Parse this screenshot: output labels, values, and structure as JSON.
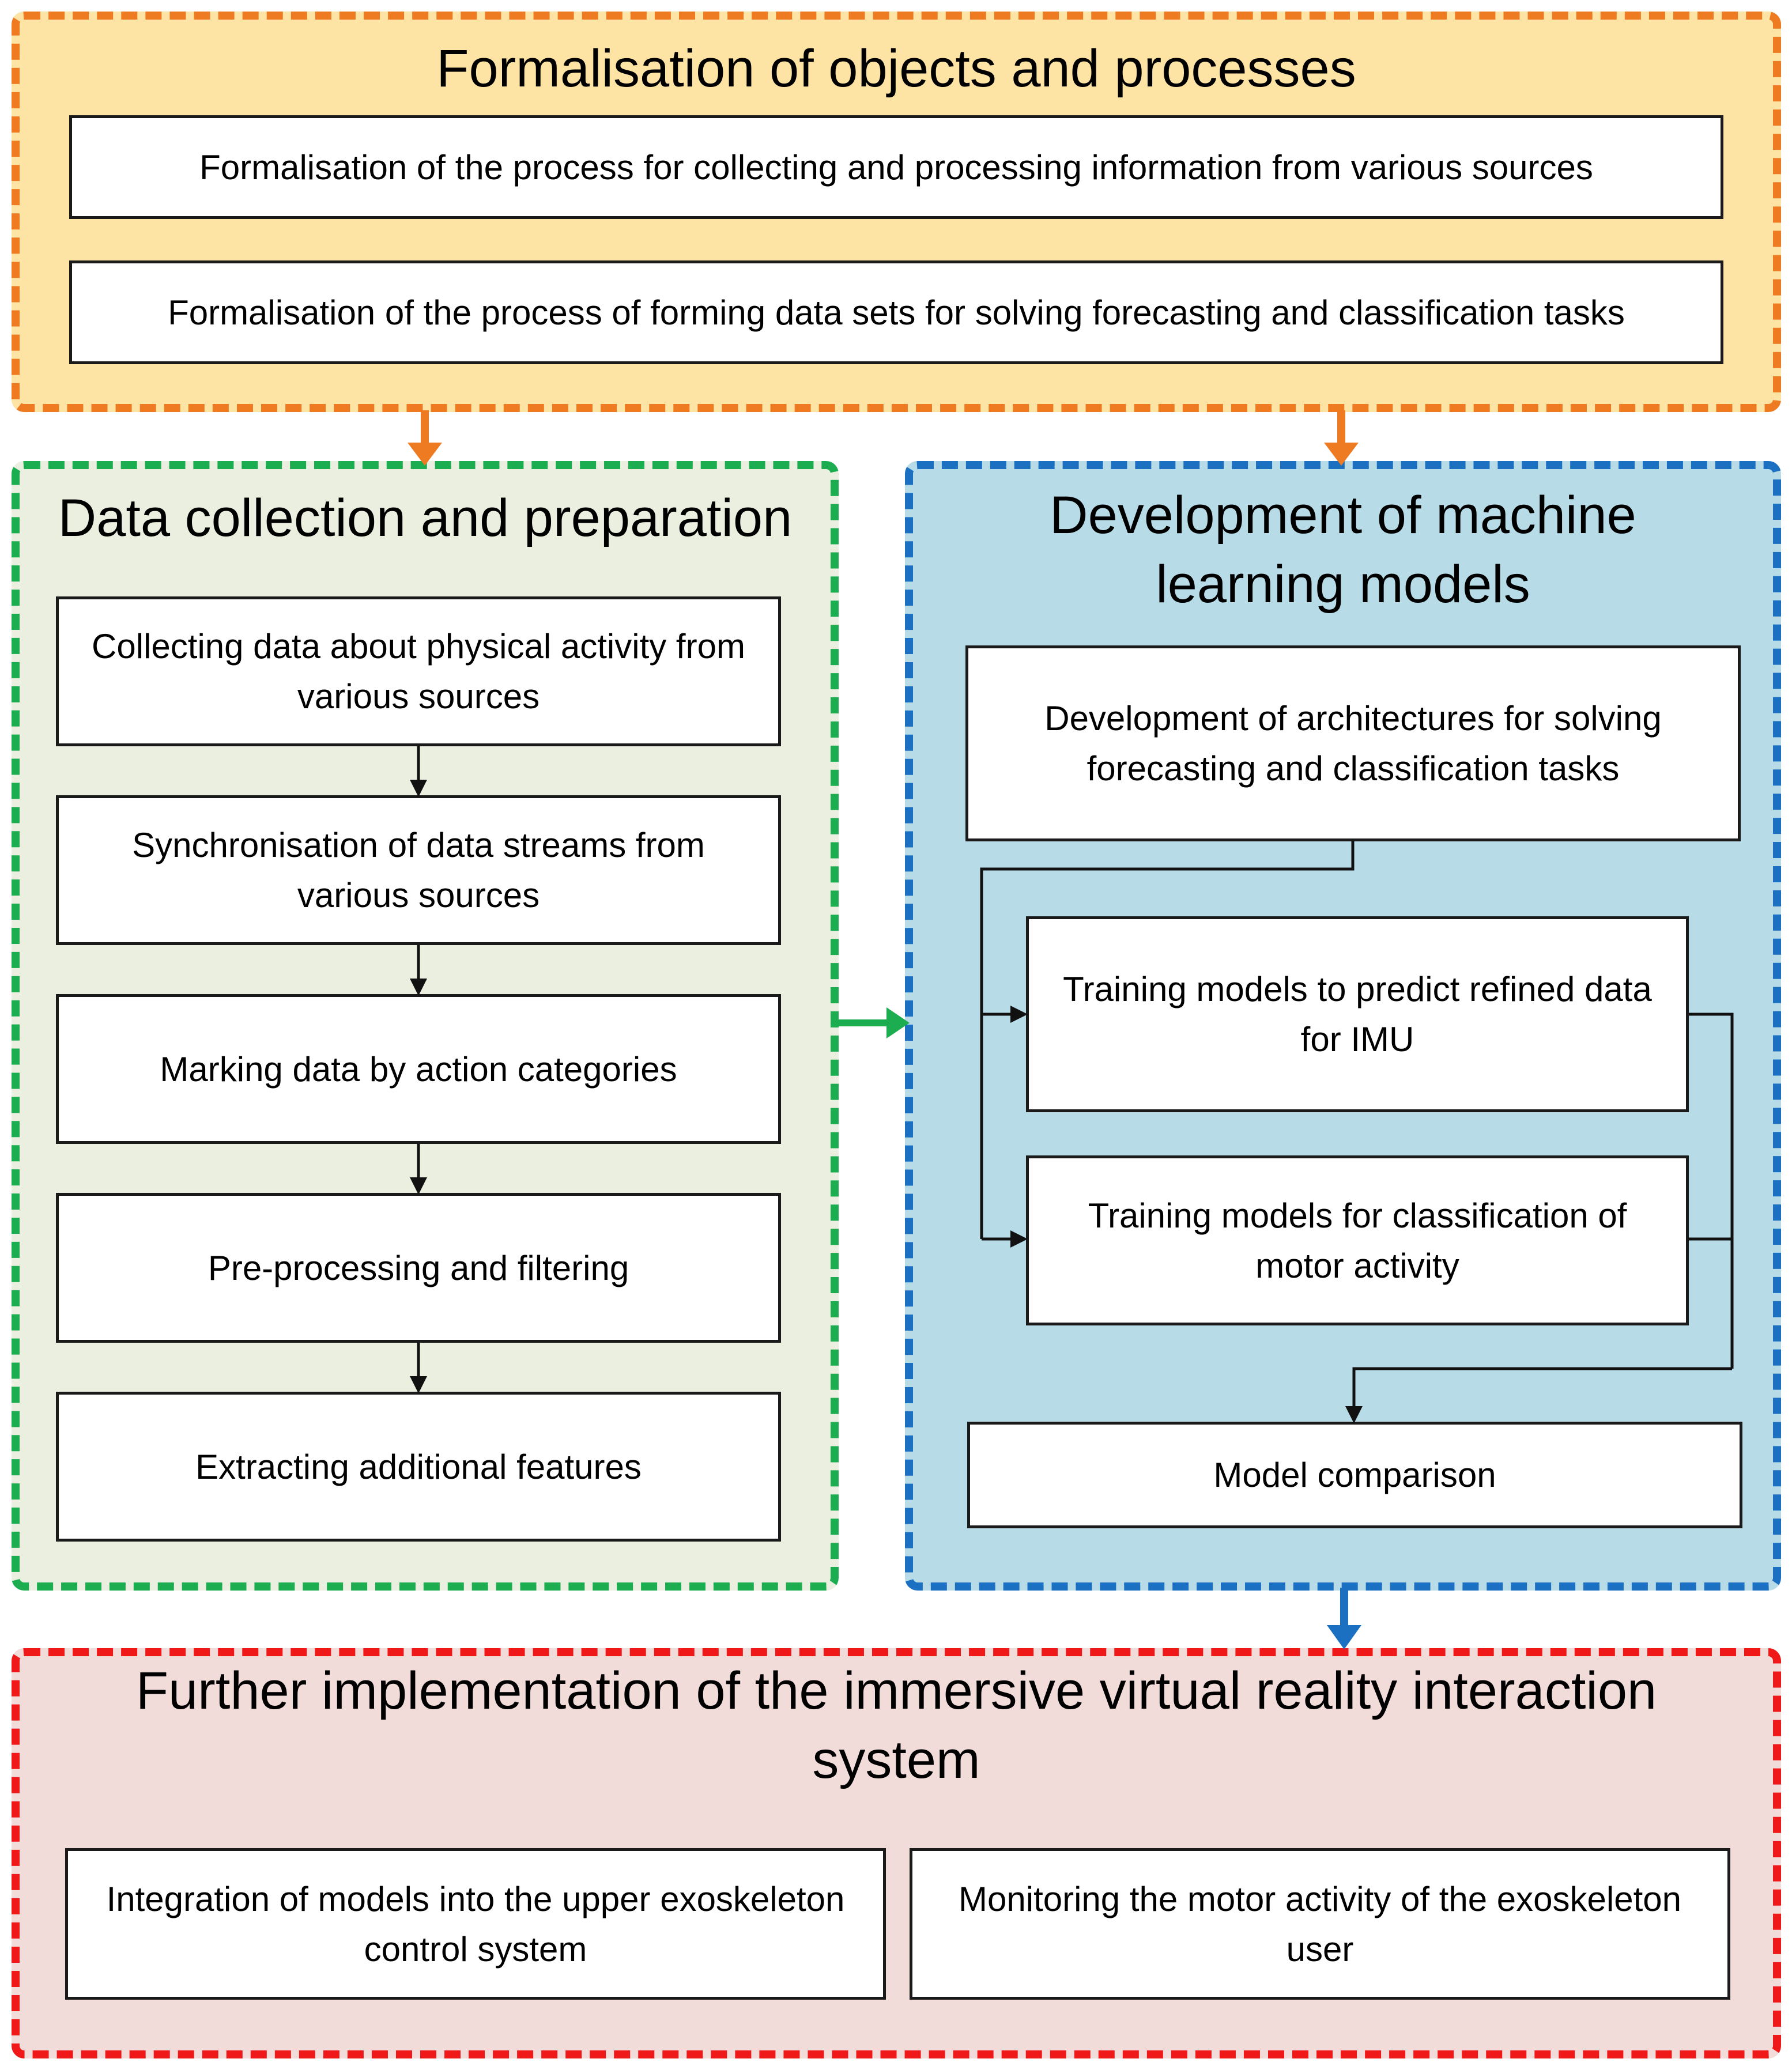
{
  "formalisation": {
    "title": "Formalisation of objects and processes",
    "items": [
      "Formalisation of the process for collecting and processing information from various sources",
      "Formalisation of the process of forming data sets for solving forecasting and classification tasks"
    ]
  },
  "data_collection": {
    "title": "Data collection and preparation",
    "steps": [
      "Collecting data about physical activity from various sources",
      "Synchronisation of data streams from various sources",
      "Marking data by action categories",
      "Pre-processing and filtering",
      "Extracting additional features"
    ]
  },
  "ml_models": {
    "title": "Development of machine learning models",
    "architecture": "Development of architectures for solving forecasting and classification tasks",
    "training": [
      "Training models to predict refined data for IMU",
      "Training models for classification of motor activity"
    ],
    "comparison": "Model comparison"
  },
  "implementation": {
    "title": "Further implementation of the immersive virtual reality interaction system",
    "items": [
      "Integration of models into the upper exoskeleton control system",
      "Monitoring the motor activity of the exoskeleton user"
    ]
  },
  "colors": {
    "orange": "#ee7b21",
    "green": "#1bad4f",
    "blue": "#1c70c2",
    "red": "#ef1919"
  }
}
